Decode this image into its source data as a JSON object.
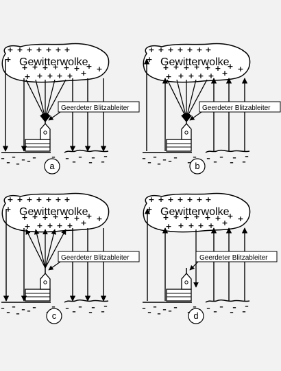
{
  "panels": [
    {
      "id": "a",
      "cloud_label": "Gewitterwolke",
      "callout": "Geerdeter Blitzableiter",
      "letter": "a",
      "side_field_direction": "down",
      "rod_field_direction": "down"
    },
    {
      "id": "b",
      "cloud_label": "Gewitterwolke",
      "callout": "Geerdeter Blitzableiter",
      "letter": "b",
      "side_field_direction": "up",
      "rod_field_direction": "down"
    },
    {
      "id": "c",
      "cloud_label": "Gewitterwolke",
      "callout": "Geerdeter Blitzableiter",
      "letter": "c",
      "side_field_direction": "down",
      "rod_field_direction": "up"
    },
    {
      "id": "d",
      "cloud_label": "Gewitterwolke",
      "callout": "Geerdeter Blitzableiter",
      "letter": "d",
      "side_field_direction": "up",
      "rod_field_direction": "none"
    }
  ],
  "colors": {
    "background": "#f2f2f2",
    "cloud_fill": "#ffffff",
    "ink": "#000000"
  },
  "symbols": {
    "cloud_charge": "+",
    "ground_charge": "–"
  }
}
